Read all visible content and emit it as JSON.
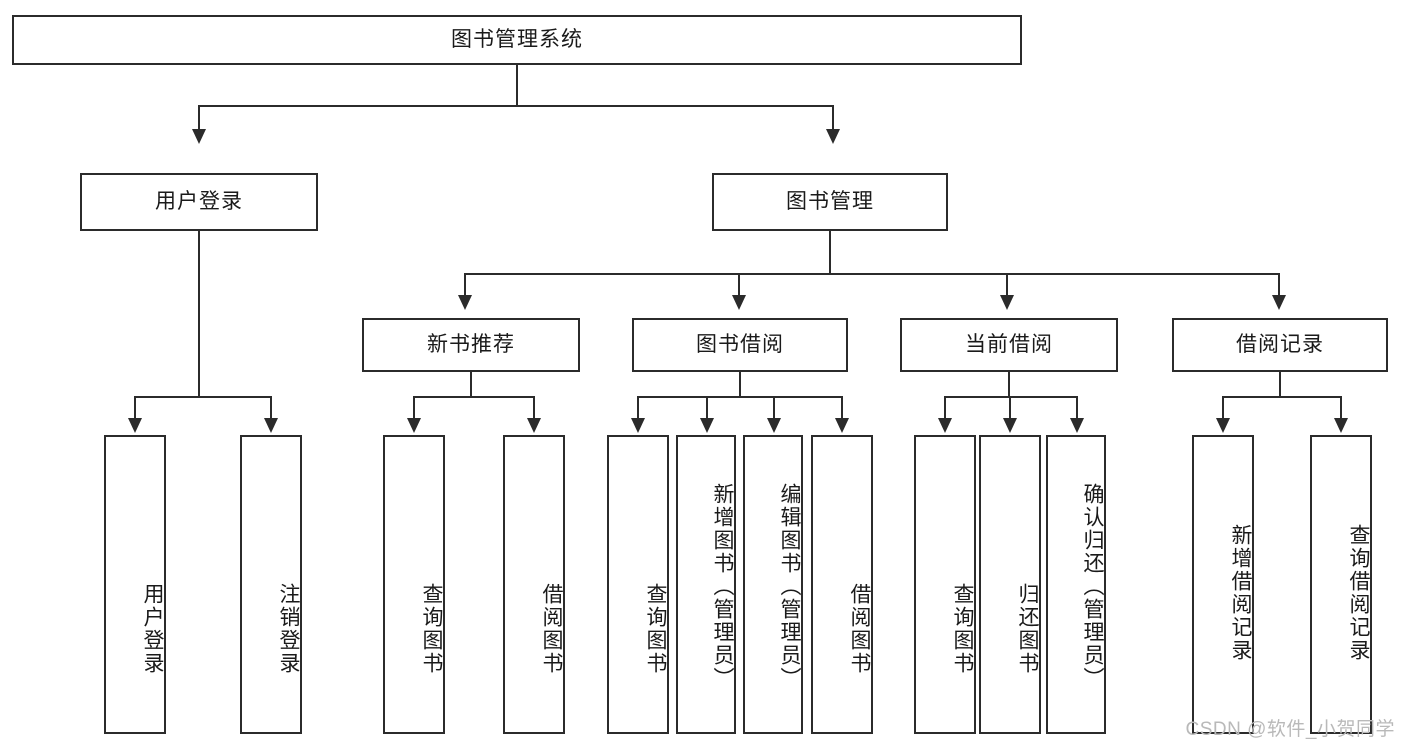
{
  "diagram": {
    "title": "图书管理系统",
    "watermark": "CSDN @软件_小贺同学",
    "levels": {
      "root": {
        "label": "图书管理系统"
      },
      "level2": [
        {
          "label": "用户登录"
        },
        {
          "label": "图书管理"
        }
      ],
      "level3": [
        {
          "label": "新书推荐"
        },
        {
          "label": "图书借阅"
        },
        {
          "label": "当前借阅"
        },
        {
          "label": "借阅记录"
        }
      ],
      "level4": [
        {
          "label": "用户登录",
          "parent": "用户登录"
        },
        {
          "label": "注销登录",
          "parent": "用户登录"
        },
        {
          "label": "查询图书",
          "parent": "新书推荐"
        },
        {
          "label": "借阅图书",
          "parent": "新书推荐"
        },
        {
          "label": "查询图书",
          "parent": "图书借阅"
        },
        {
          "label": "新增图书（管理员）",
          "parent": "图书借阅"
        },
        {
          "label": "编辑图书（管理员）",
          "parent": "图书借阅"
        },
        {
          "label": "借阅图书",
          "parent": "图书借阅"
        },
        {
          "label": "查询图书",
          "parent": "当前借阅"
        },
        {
          "label": "归还图书",
          "parent": "当前借阅"
        },
        {
          "label": "确认归还（管理员）",
          "parent": "当前借阅"
        },
        {
          "label": "新增借阅记录",
          "parent": "借阅记录"
        },
        {
          "label": "查询借阅记录",
          "parent": "借阅记录"
        }
      ]
    },
    "colors": {
      "stroke": "#2b2b2b",
      "fill": "#ffffff",
      "text": "#1a1a1a",
      "watermark": "#b9b9b9"
    }
  }
}
